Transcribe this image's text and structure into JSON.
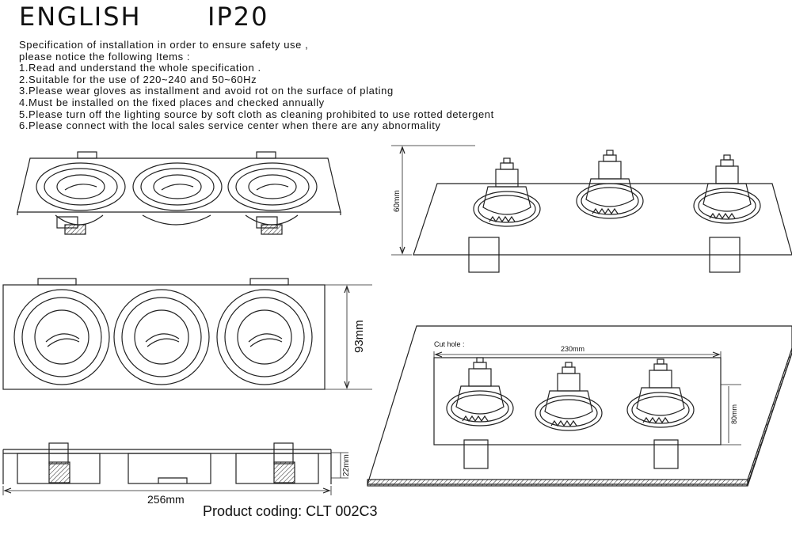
{
  "header": {
    "language": "ENGLISH",
    "rating": "IP20"
  },
  "spec": {
    "intro": [
      "Specification of installation in order to ensure safety use ,",
      "please notice the following Items :"
    ],
    "items": [
      "1.Read and understand the whole specification .",
      "2.Suitable for the use of 220~240 and 50~60Hz",
      "3.Please wear gloves as installment and avoid rot on the surface of plating",
      "4.Must be installed on the fixed places and checked annually",
      "5.Please turn off the lighting source by soft cloth as cleaning prohibited to use rotted detergent",
      "6.Please connect with the local sales service center when there are any abnormality"
    ]
  },
  "dimensions": {
    "height_side": "60mm",
    "width_front": "93mm",
    "depth": "22mm",
    "length": "256mm",
    "cut_width": "230mm",
    "cut_height": "80mm",
    "cut_hole_label": "Cut hole :"
  },
  "product": {
    "coding": "Product coding: CLT 002C3"
  },
  "colors": {
    "line": "#222222",
    "background": "#ffffff"
  }
}
